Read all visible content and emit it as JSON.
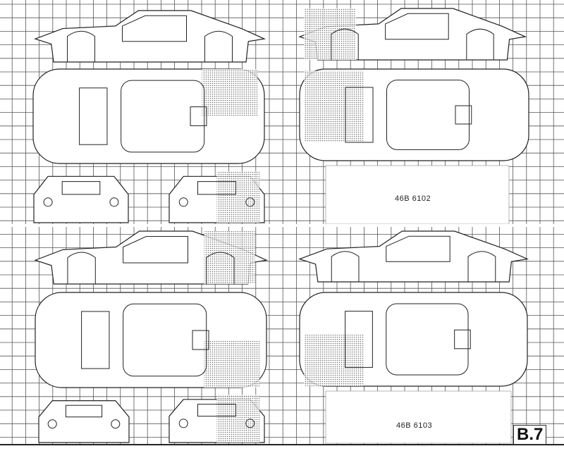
{
  "drawing_numbers": [
    "46B 6102",
    "46B 6103"
  ],
  "sheet_id": "B.7"
}
